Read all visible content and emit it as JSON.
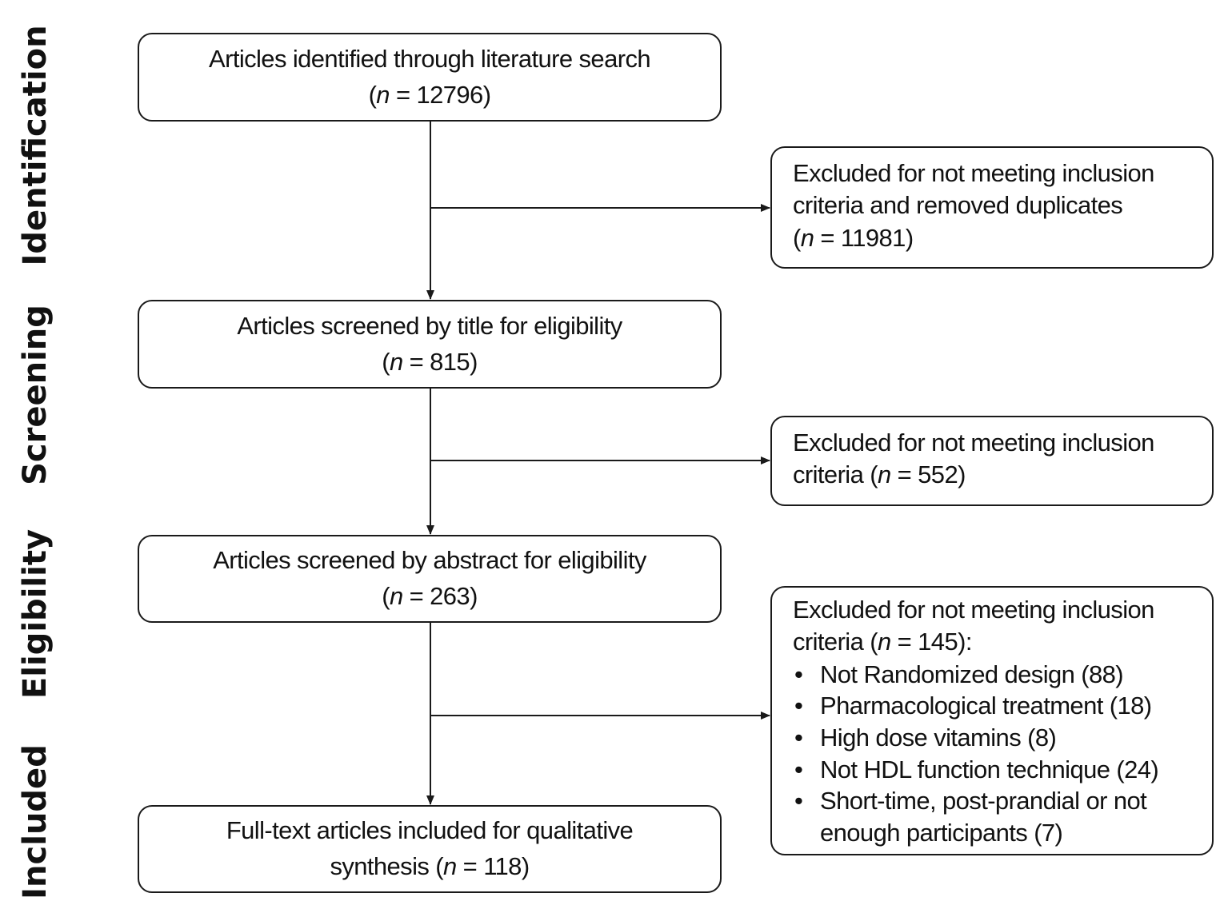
{
  "stages": [
    {
      "id": "identification",
      "label": "Identification"
    },
    {
      "id": "screening",
      "label": "Screening"
    },
    {
      "id": "eligibility",
      "label": "Eligibility"
    },
    {
      "id": "included",
      "label": "Included"
    }
  ],
  "main_boxes": {
    "identified": {
      "line1": "Articles identified through literature search",
      "n_var": "n",
      "n_value": "12796"
    },
    "title_screened": {
      "line1": "Articles screened by title for eligibility",
      "n_var": "n",
      "n_value": "815"
    },
    "abstract_screened": {
      "line1": "Articles screened by abstract for eligibility",
      "n_var": "n",
      "n_value": "263"
    },
    "included": {
      "line1": "Full-text articles included for qualitative",
      "line2_prefix": "synthesis",
      "n_var": "n",
      "n_value": "118"
    }
  },
  "exclusion_boxes": {
    "duplicates": {
      "line1": "Excluded for not meeting inclusion",
      "line2": "criteria and removed duplicates",
      "n_var": "n",
      "n_value": "11981"
    },
    "title": {
      "line1": "Excluded for not meeting inclusion",
      "line2_prefix": "criteria",
      "n_var": "n",
      "n_value": "552"
    },
    "abstract": {
      "line1": "Excluded for not meeting inclusion",
      "line2_prefix": "criteria",
      "n_var": "n",
      "n_value": "145",
      "reasons": [
        {
          "text": "Not Randomized design (88)"
        },
        {
          "text": "Pharmacological treatment (18)"
        },
        {
          "text": "High dose vitamins (8)"
        },
        {
          "text": "Not HDL function technique (24)"
        },
        {
          "text": "Short-time, post-prandial or not enough participants (7)"
        }
      ]
    }
  },
  "colors": {
    "stroke": "#1a1a1a",
    "text": "#111111",
    "background": "#ffffff"
  }
}
